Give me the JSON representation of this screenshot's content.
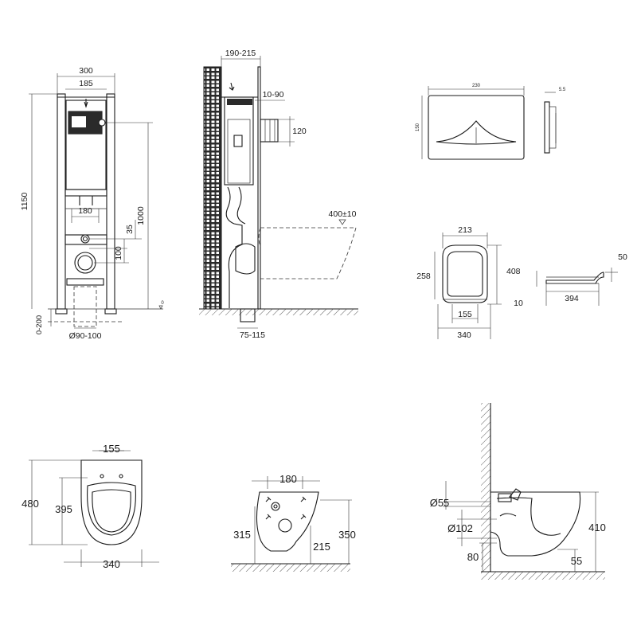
{
  "frame": {
    "w_300": "300",
    "w_185": "185",
    "h_1150": "1150",
    "h_1000": "1000",
    "w_180": "180",
    "h_35": "35",
    "h_100": "100",
    "h_0_200": "0-200",
    "d_90_100": "Ø90-100",
    "zero_mark": "0"
  },
  "side": {
    "w_190_215": "190-215",
    "w_10_90": "10-90",
    "h_120": "120",
    "h_400": "400±10",
    "w_75_115": "75-115"
  },
  "plate": {
    "w_230": "230",
    "h_150": "150",
    "t_5": "5.5"
  },
  "seat": {
    "w_213": "213",
    "h_258": "258",
    "h_408": "408",
    "w_155": "155",
    "w_340": "340",
    "h_50": "50",
    "h_10": "10",
    "w_394": "394"
  },
  "bowl_top": {
    "w_155": "155",
    "h_480": "480",
    "h_395": "395",
    "w_340": "340"
  },
  "bowl_back": {
    "w_180": "180",
    "h_315": "315",
    "h_350": "350",
    "h_215": "215"
  },
  "bowl_side": {
    "d_55": "Ø55",
    "d_102": "Ø102",
    "h_410": "410",
    "h_80": "80",
    "h_55": "55"
  }
}
